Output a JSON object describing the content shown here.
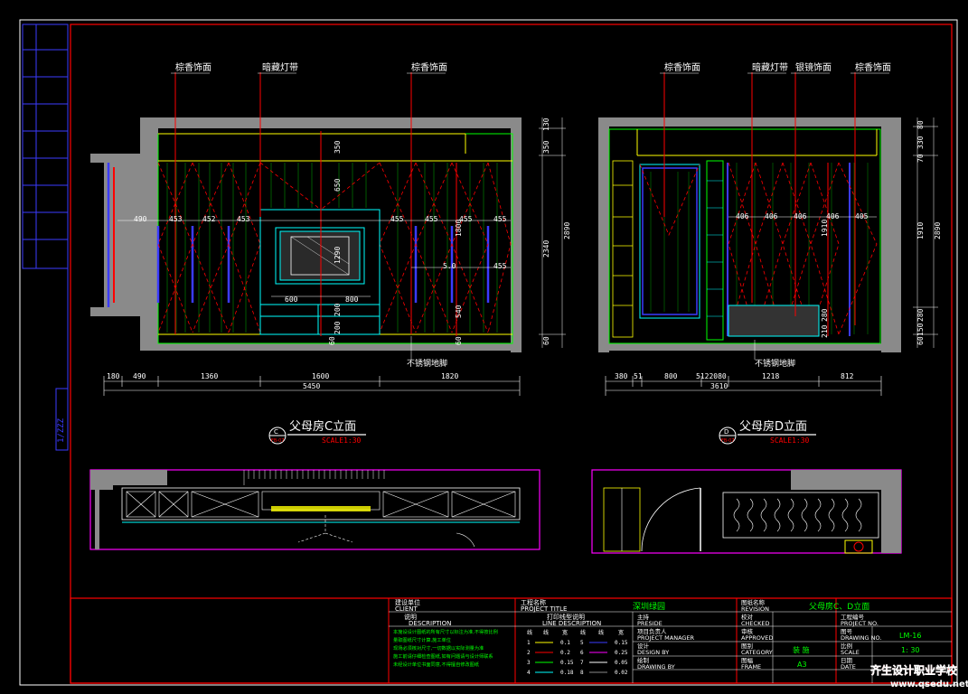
{
  "colors": {
    "bg": "#000000",
    "frame": "#ff0000",
    "white": "#ffffff",
    "yellow": "#ffff00",
    "green": "#00ff00",
    "cyan": "#00ffff",
    "blue": "#3b3bff",
    "magenta": "#ff00ff",
    "gray": "#8a8a8a"
  },
  "left_strip": {
    "vertical_text": "1/ZZZ"
  },
  "elevation_c": {
    "callouts": [
      "棕香饰面",
      "暗藏灯带",
      "棕香饰面"
    ],
    "dims_top_row": [
      "490",
      "453",
      "452",
      "453",
      "455",
      "455",
      "455",
      "455"
    ],
    "dims_vertical_center": [
      "350",
      "650",
      "1290",
      "200",
      "200"
    ],
    "dims_right_row": [
      "1800",
      "5.0",
      "540",
      "455"
    ],
    "dims_inner_bottom": [
      "600",
      "800"
    ],
    "dims_right_side": [
      "130",
      "350",
      "2340",
      "2890",
      "60"
    ],
    "small_left": "60",
    "small_right": "60",
    "bottom_note": "不锈钢地脚",
    "dims_bottom": [
      "180",
      "490",
      "1360",
      "1600",
      "1820"
    ],
    "dim_total": "5450",
    "title": "父母房C立面",
    "bubble_top": "C",
    "bubble_bottom": "FB-07",
    "scale": "SCALE1:30"
  },
  "elevation_d": {
    "callouts": [
      "棕香饰面",
      "暗藏灯带",
      "银镜饰面",
      "棕香饰面"
    ],
    "dims_top_row": [
      "406",
      "406",
      "406",
      "406",
      "405"
    ],
    "dims_center": [
      "1910",
      "280",
      "210"
    ],
    "dims_right_side": [
      "80",
      "330",
      "70",
      "1910",
      "2890",
      "280",
      "60",
      "150"
    ],
    "bottom_note": "不锈钢地脚",
    "dims_bottom": [
      "380",
      "51",
      "800",
      "5122080",
      "1218",
      "812"
    ],
    "dim_total": "3610",
    "title": "父母房D立面",
    "bubble_top": "D",
    "bubble_bottom": "FB-07",
    "scale": "SCALE1:30"
  },
  "title_block": {
    "client_cn": "建设单位",
    "client_en": "CLIENT",
    "desc_cn": "说明",
    "desc_en": "DESCRIPTION",
    "desc_lines": [
      "本施设设计图纸的所有尺寸以标注为准,不得按比例",
      "量取图纸尺寸计算,施工单位",
      "现场必须核对尺寸,一切数据以实际测量为准",
      "施工前请仔细检查图纸,如有问题请与设计师联系",
      "未经设计单位书面同意,不得擅自修改图纸"
    ],
    "project_title_cn": "工程名称",
    "project_title_en": "PROJECT TITLE",
    "project_name": "深圳绿园",
    "line_desc_cn": "打印线型说明",
    "line_desc_en": "LINE DESCRIPTION",
    "line_table_header": [
      "线",
      "线",
      "宽",
      "线",
      "线",
      "宽"
    ],
    "line_table": [
      [
        "1",
        "0.1",
        "5",
        "0.15"
      ],
      [
        "2",
        "0.2",
        "6",
        "0.25"
      ],
      [
        "3",
        "0.15",
        "7",
        "0.05"
      ],
      [
        "4",
        "0.18",
        "8",
        "0.02"
      ]
    ],
    "preside_cn": "主持",
    "preside_en": "PRESIDE",
    "pm_cn": "项目负责人",
    "pm_en": "PROJECT MANAGER",
    "design_cn": "设计",
    "design_en": "DESIGN BY",
    "draw_cn": "绘制",
    "draw_en": "DRAWING BY",
    "revision_cn": "图纸名称",
    "revision_en": "REVISION",
    "drawing_name": "父母房C、D立面",
    "checked_cn": "校对",
    "checked_en": "CHECKED",
    "approved_cn": "审核",
    "approved_en": "APPROVED",
    "category_cn": "图别",
    "category_en": "CATEGORY",
    "category_value": "装 施",
    "frame_cn": "图幅",
    "frame_en": "FRAME",
    "frame_value": "A3",
    "project_no_cn": "工程编号",
    "project_no_en": "PROJECT NO.",
    "drawing_no_cn": "图号",
    "drawing_no_en": "DRAWING NO.",
    "drawing_no_value": "LM-16",
    "scale_cn": "比例",
    "scale_en": "SCALE",
    "scale_value": "1: 30",
    "date_cn": "日期",
    "date_en": "DATE"
  },
  "watermark": {
    "line1": "齐生设计职业学校",
    "line2": "www.qsedu.net"
  }
}
